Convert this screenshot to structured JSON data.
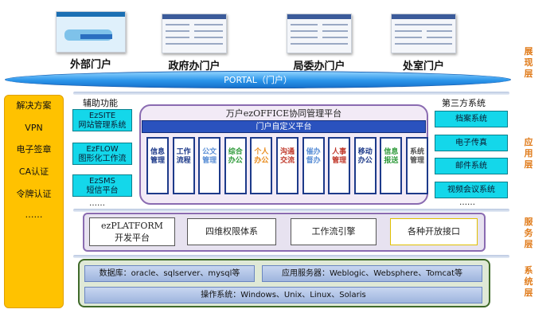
{
  "layers": {
    "display": "展现层",
    "application": "应用层",
    "service": "服务层",
    "system": "系统层"
  },
  "portals": [
    {
      "label": "外部门户"
    },
    {
      "label": "政府办门户"
    },
    {
      "label": "局委办门户"
    },
    {
      "label": "处室门户"
    }
  ],
  "portal_bar": "PORTAL（门户）",
  "solutions": {
    "title": "解决方案",
    "items": [
      "VPN",
      "电子签章",
      "CA认证",
      "令牌认证",
      "……"
    ]
  },
  "helper": {
    "title": "辅助功能",
    "items": [
      {
        "line1": "EzSITE",
        "line2": "网站管理系统"
      },
      {
        "line1": "EzFLOW",
        "line2": "图形化工作流"
      },
      {
        "line1": "EzSMS",
        "line2": "短信平台"
      }
    ],
    "more": "……"
  },
  "platform": {
    "title": "万户ezOFFICE协同管理平台",
    "custom_bar": "门户自定义平台",
    "modules": [
      {
        "line1": "信息",
        "line2": "管理",
        "color": "#1d3a8a"
      },
      {
        "line1": "工作",
        "line2": "流程",
        "color": "#1d3a8a"
      },
      {
        "line1": "公文",
        "line2": "管理",
        "color": "#5b8fd6"
      },
      {
        "line1": "综合",
        "line2": "办公",
        "color": "#2e9a3a"
      },
      {
        "line1": "个人",
        "line2": "办公",
        "color": "#e88a1a"
      },
      {
        "line1": "沟通",
        "line2": "交流",
        "color": "#c0392b"
      },
      {
        "line1": "催办",
        "line2": "督办",
        "color": "#5b8fd6"
      },
      {
        "line1": "人事",
        "line2": "管理",
        "color": "#c0392b"
      },
      {
        "line1": "移动",
        "line2": "办公",
        "color": "#1d3a8a"
      },
      {
        "line1": "信息",
        "line2": "报送",
        "color": "#2e9a3a"
      },
      {
        "line1": "系统",
        "line2": "管理",
        "color": "#555555"
      }
    ]
  },
  "third_party": {
    "title": "第三方系统",
    "items": [
      "档案系统",
      "电子传真",
      "邮件系统",
      "视频会议系统"
    ],
    "more": "……"
  },
  "services": [
    {
      "line1": "ezPLATFORM",
      "line2": "开发平台"
    },
    {
      "line1": "四维权限体系",
      "line2": ""
    },
    {
      "line1": "工作流引擎",
      "line2": ""
    },
    {
      "line1": "各种开放接口",
      "line2": ""
    }
  ],
  "system": {
    "database": "数据库：oracle、sqlserver、mysql等",
    "app_server": "应用服务器：Weblogic、Websphere、Tomcat等",
    "os": "操作系统：Windows、Unix、Linux、Solaris"
  }
}
